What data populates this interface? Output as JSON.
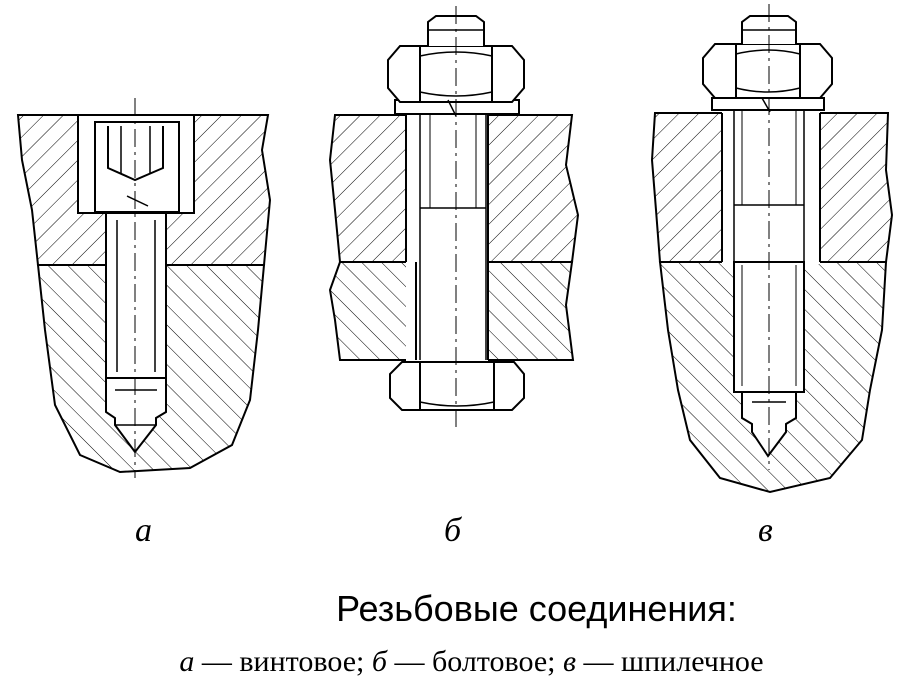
{
  "figure": {
    "labels": {
      "a": "а",
      "b": "б",
      "c": "в"
    },
    "title": "Резьбовые соединения:",
    "caption": {
      "a_letter": "а",
      "a_text": " — винтовое; ",
      "b_letter": "б",
      "b_text": " — болтовое; ",
      "c_letter": "в",
      "c_text": " — шпилечное"
    }
  }
}
